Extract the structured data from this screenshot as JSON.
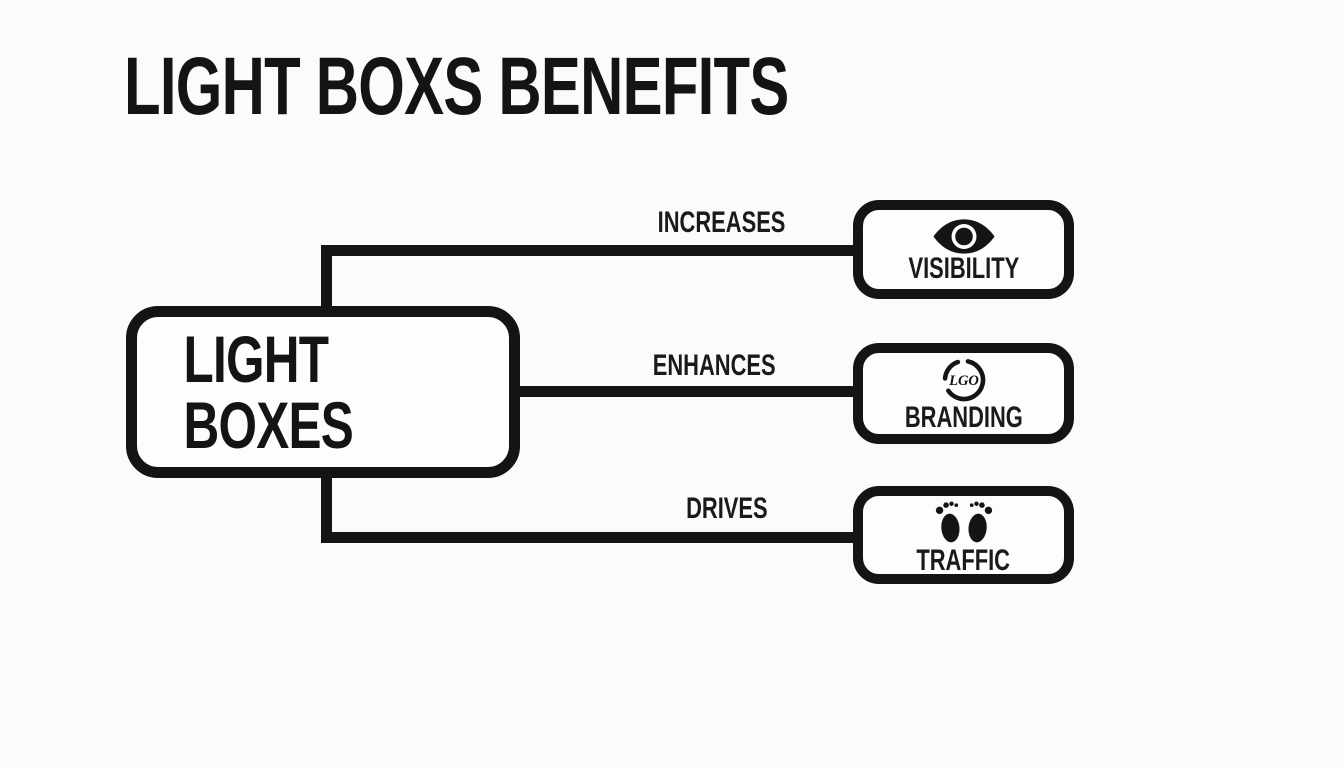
{
  "title": "LIGHT BOXS BENEFITS",
  "colors": {
    "ink": "#141414",
    "background": "#fbfbf9",
    "node_fill": "#fdfdfc"
  },
  "diagram": {
    "source": {
      "label": "LIGHT BOXES"
    },
    "connections": [
      {
        "verb": "INCREASES",
        "benefit": "VISIBILITY",
        "icon": "eye-icon"
      },
      {
        "verb": "ENHANCES",
        "benefit": "BRANDING",
        "icon": "logo-circle-icon",
        "icon_text": "LGO"
      },
      {
        "verb": "DRIVES",
        "benefit": "TRAFFIC",
        "icon": "footprints-icon"
      }
    ]
  }
}
